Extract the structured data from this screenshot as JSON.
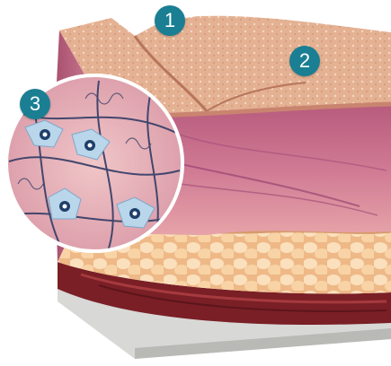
{
  "diagram": {
    "callouts": [
      {
        "label": "1"
      },
      {
        "label": "2"
      },
      {
        "label": "3"
      }
    ],
    "colors": {
      "callout_fill": "#1a7f93",
      "callout_text": "#ffffff",
      "epidermis_surface": "#e4b192",
      "dermis": "#c76a8a",
      "fat": "#f2c493",
      "muscle": "#7a1f26",
      "base_slab": "#d8d8d6",
      "cell_fill": "#b9d6ea",
      "fiber": "#43466d"
    },
    "icons": [
      "fibroblast-cell-icon",
      "collagen-fiber-icon"
    ]
  }
}
